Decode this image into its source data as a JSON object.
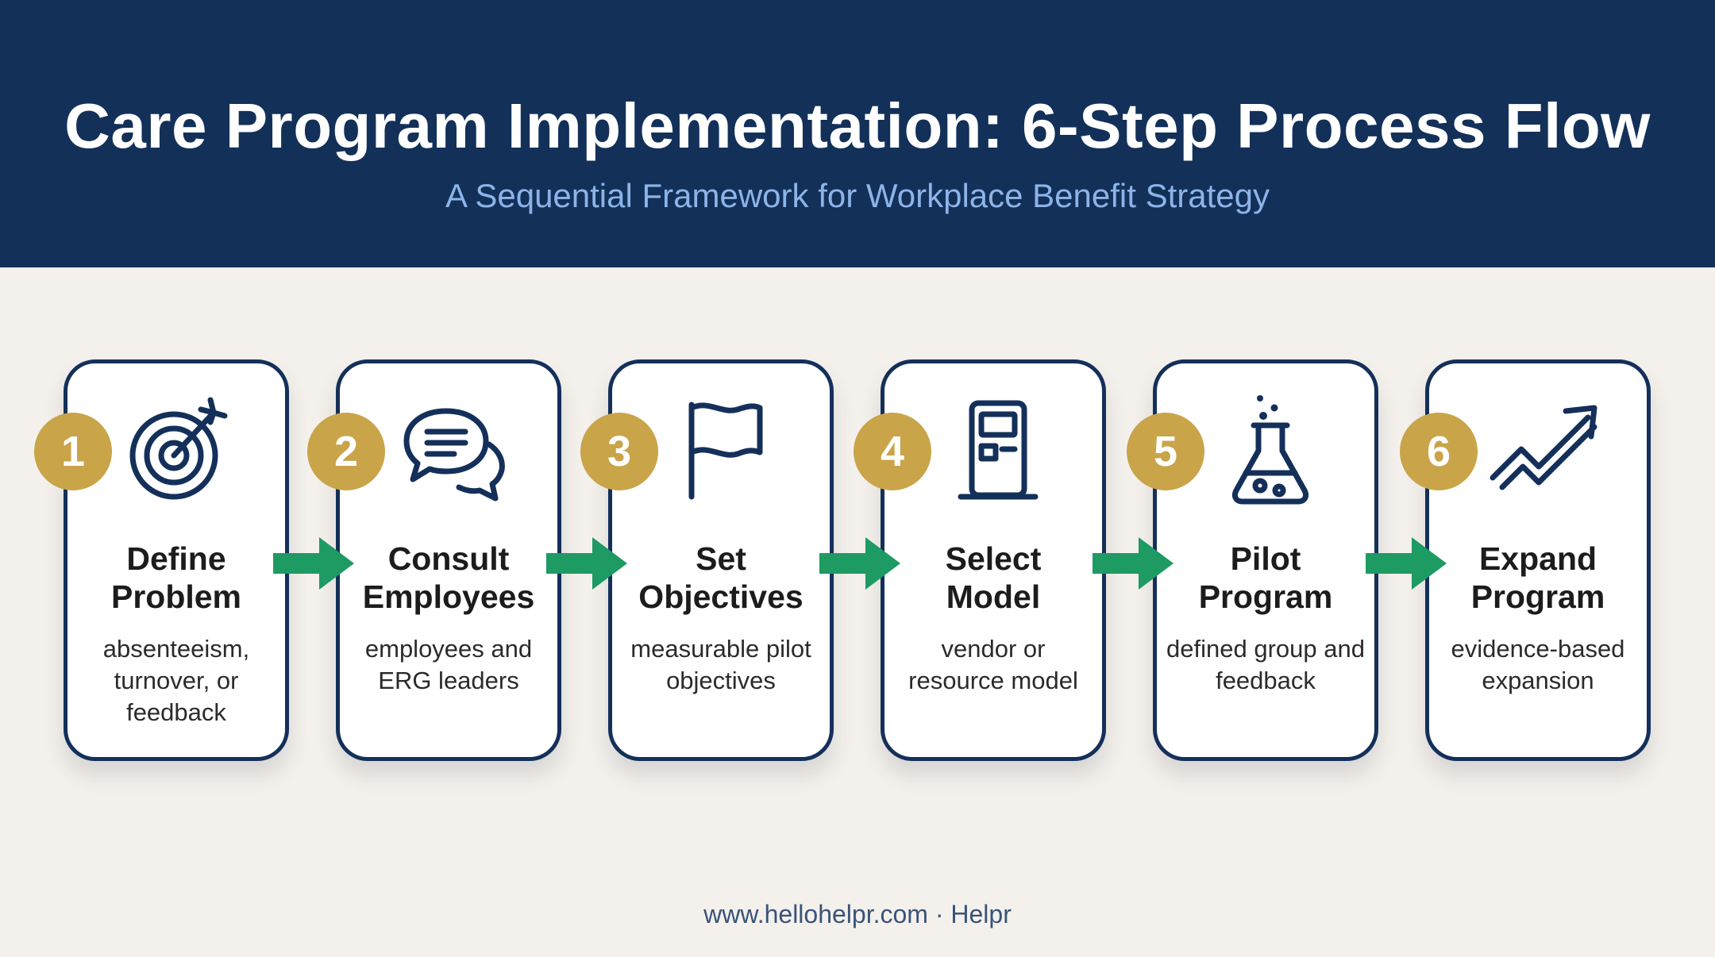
{
  "header": {
    "title": "Care Program Implementation: 6-Step Process Flow",
    "subtitle": "A Sequential Framework for Workplace Benefit Strategy"
  },
  "steps": [
    {
      "number": "1",
      "title_line1": "Define",
      "title_line2": "Problem",
      "description": "absenteeism, turnover, or feedback",
      "icon": "target-icon"
    },
    {
      "number": "2",
      "title_line1": "Consult",
      "title_line2": "Employees",
      "description": "employees and ERG leaders",
      "icon": "chat-bubbles-icon"
    },
    {
      "number": "3",
      "title_line1": "Set",
      "title_line2": "Objectives",
      "description": "measurable pilot objectives",
      "icon": "flag-icon"
    },
    {
      "number": "4",
      "title_line1": "Select",
      "title_line2": "Model",
      "description": "vendor or resource model",
      "icon": "kiosk-icon"
    },
    {
      "number": "5",
      "title_line1": "Pilot",
      "title_line2": "Program",
      "description": "defined group and feedback",
      "icon": "flask-icon"
    },
    {
      "number": "6",
      "title_line1": "Expand",
      "title_line2": "Program",
      "description": "evidence-based expansion",
      "icon": "trend-up-icon"
    }
  ],
  "footer": {
    "text": "www.hellohelpr.com · Helpr"
  },
  "colors": {
    "header_bg": "#133059",
    "subtitle": "#8db4e8",
    "card_border": "#14305a",
    "badge": "#c9a449",
    "arrow": "#1e9a63",
    "background": "#f4f1ec"
  }
}
